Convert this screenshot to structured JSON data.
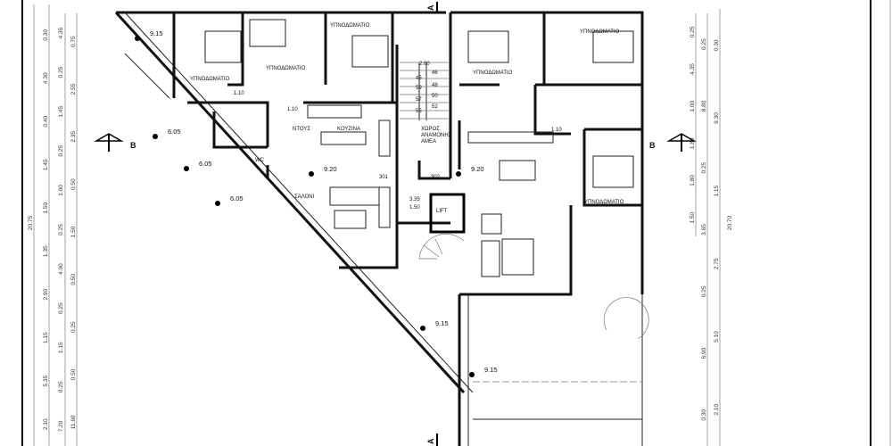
{
  "rooms": {
    "bedroom": "ΥΠΝΟΔΩΜΑΤΙΟ",
    "shower": "ΝΤΟΥΣ",
    "kitchen": "ΚΟΥΖΙΝΑ",
    "living": "ΣΑΛΟΝΙ",
    "wc": "WC",
    "waiting_line1": "ΧΩΡΟΣ",
    "waiting_line2": "ΑΝΑΜΟΝΗΣ",
    "waiting_line3": "ΑΜΕΑ",
    "lift": "LIFT"
  },
  "apartments": [
    "301",
    "302"
  ],
  "elevations": [
    "9.15",
    "6.05",
    "6.05",
    "6.05",
    "9.20",
    "9.20",
    "9.15",
    "9.15"
  ],
  "inner_dims": [
    "1.10",
    "1.10",
    "1.10",
    "2.60",
    "3.35",
    "1.50"
  ],
  "stair_numbers": [
    "46",
    "48",
    "50",
    "52",
    "45",
    "59",
    "57",
    "55"
  ],
  "section_markers": {
    "left": "B",
    "right": "B",
    "top": "A",
    "bottom": "A"
  },
  "left_dims": {
    "total": "20.75",
    "col1": [
      "0.30",
      "4.30",
      "0.40",
      "1.45",
      "1.50",
      "1.35",
      "2.90",
      "1.15",
      "5.35",
      "2.10"
    ],
    "col2": [
      "4.35",
      "0.25",
      "1.45",
      "0.25",
      "1.00",
      "0.25",
      "4.00",
      "0.25",
      "1.15",
      "0.25",
      "7.20"
    ],
    "col3": [
      "0.75",
      "2.55",
      "2.35",
      "0.50",
      "1.50",
      "0.50",
      "0.25",
      "0.50",
      "11.60"
    ]
  },
  "right_dims": {
    "total": "20.70",
    "col1": [
      "0.25",
      "4.35",
      "1.00",
      "1.80",
      "1.80",
      "1.50"
    ],
    "col2": [
      "0.25",
      "8.80",
      "0.25",
      "3.65",
      "0.25",
      "6.90",
      "0.30"
    ],
    "col3": [
      "0.30",
      "9.30",
      "1.15",
      "2.75",
      "5.10",
      "2.10"
    ]
  }
}
